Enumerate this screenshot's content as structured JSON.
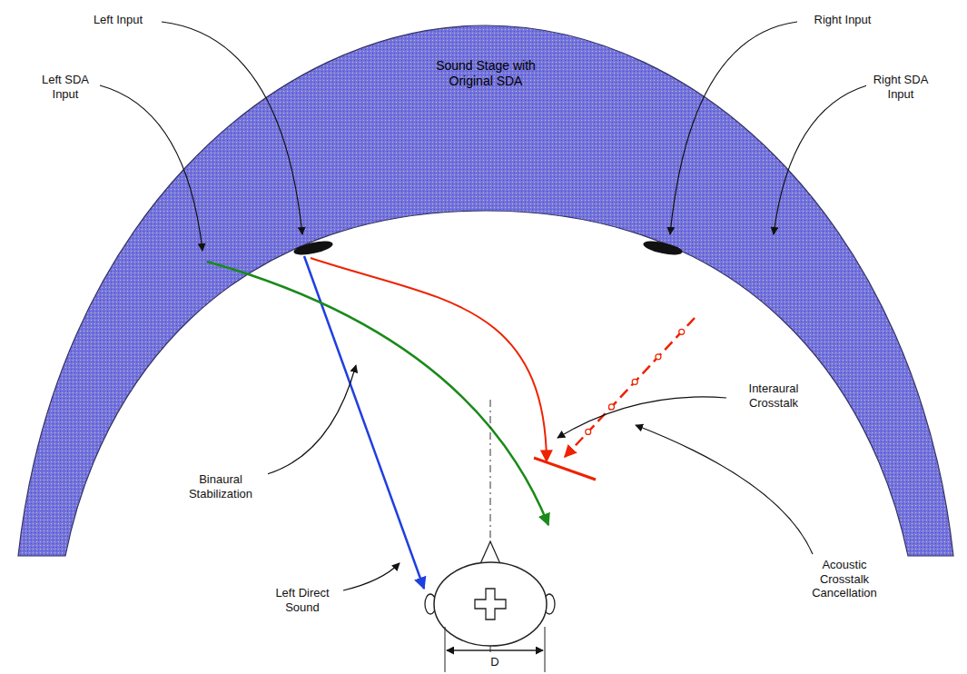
{
  "diagram": {
    "nodes": [
      {
        "text": [
          "Sound Stage with Original SDA"
        ]
      }
    ],
    "labels": [
      "Left Input",
      "Right Input",
      "Left SDA Input",
      "Right SDA Input",
      "Interaural Crosstalk",
      "Binaural Stabilization",
      "Acoustic Crosstalk Cancellation",
      "Left Direct Sound",
      "D"
    ]
  }
}
